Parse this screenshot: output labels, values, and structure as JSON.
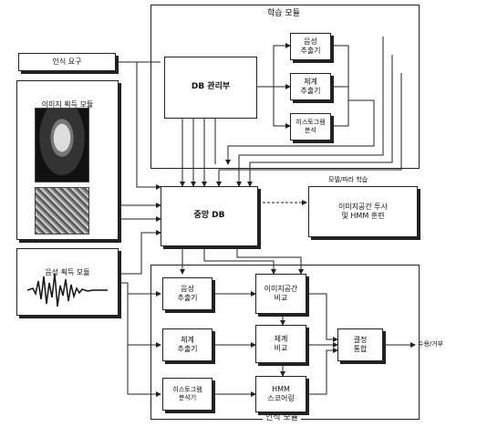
{
  "groups": {
    "learning": "학습 모듈",
    "recognition": "인식 모듈",
    "face_module": "이미지 획득 모듈",
    "sound_module": "음성 획득 모듈"
  },
  "blocks": {
    "request": "인식 요구",
    "db_manager": "DB 관리부",
    "feature1": "음성\n추출기",
    "feature2": "체계\n추출기",
    "histogram": "히스토그램\n분석",
    "central_db": "중앙 DB",
    "training_label": "모델/파라 학습",
    "training": "이미지공간 투사\n및 HMM 훈련",
    "extract1": "음성\n추출기",
    "feature_space": "이미지공간\n비교",
    "extract2": "체계\n추출기",
    "compare": "체계\n비교",
    "decision": "결정\n통합",
    "histogram_analyzer": "히스토그램\n분석기",
    "hmm": "HMM\n스코어링",
    "output": "수용/거부"
  }
}
